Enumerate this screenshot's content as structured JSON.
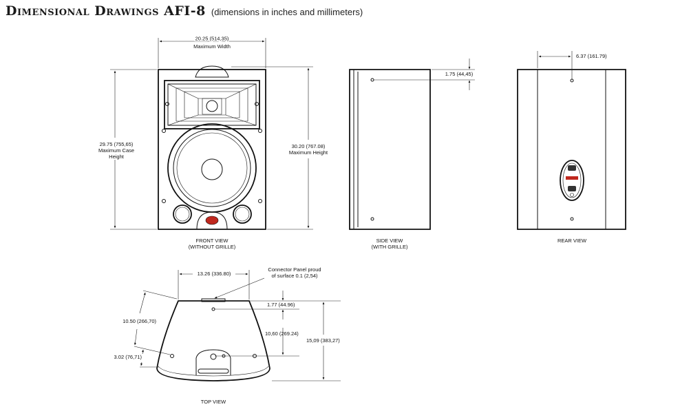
{
  "title": {
    "main": "Dimensional Drawings AFI-8",
    "sub": "(dimensions in inches and millimeters)"
  },
  "front": {
    "max_width": "20.25 (514,35)",
    "max_width_label": "Maximum Width",
    "case_height_1": "29.75 (755,65)",
    "case_height_2": "Maximum Case",
    "case_height_3": "Height",
    "max_height": "30.20 (767.08)",
    "max_height_label": "Maximum Height",
    "caption_1": "FRONT VIEW",
    "caption_2": "(WITHOUT GRILLE)"
  },
  "side": {
    "dim": "1.75 (44,45)",
    "caption_1": "SIDE VIEW",
    "caption_2": "(WITH GRILLE)"
  },
  "rear": {
    "dim": "6.37 (161.79)",
    "caption": "REAR VIEW"
  },
  "top": {
    "width": "13.26 (336.80)",
    "connector_1": "Connector Panel proud",
    "connector_2": "of surface 0.1 (2,54)",
    "d1": "1.77 (44.96)",
    "d2": "10,60 (269.24)",
    "d3": "15,09 (383,27)",
    "d4": "10.50 (266,70)",
    "d5": "3.02 (76,71)",
    "caption": "TOP VIEW"
  }
}
